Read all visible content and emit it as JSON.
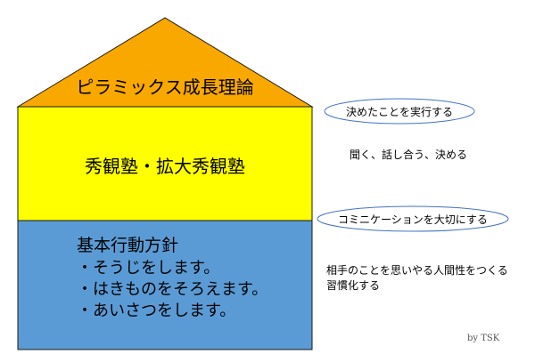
{
  "colors": {
    "roof": "#F9A800",
    "middle": "#FFFF00",
    "base": "#5B9BD5",
    "outline": "#1A1A1A",
    "oval_stroke": "#4472C4"
  },
  "diagram": {
    "roof_label": "ピラミックス成長理論",
    "middle_label": "秀観塾・拡大秀観塾",
    "base": {
      "heading": "基本行動方針",
      "items": [
        "・そうじをします。",
        "・はきものをそろえます。",
        "・あいさつをします。"
      ]
    }
  },
  "annotations": {
    "oval1": "決めたことを実行する",
    "note1": "聞く、話し合う、決める",
    "oval2": "コミニケーションを大切にする",
    "note2_line1": "相手のことを思いやる人間性をつくる",
    "note2_line2": "習慣化する"
  },
  "credit": "by TSK"
}
